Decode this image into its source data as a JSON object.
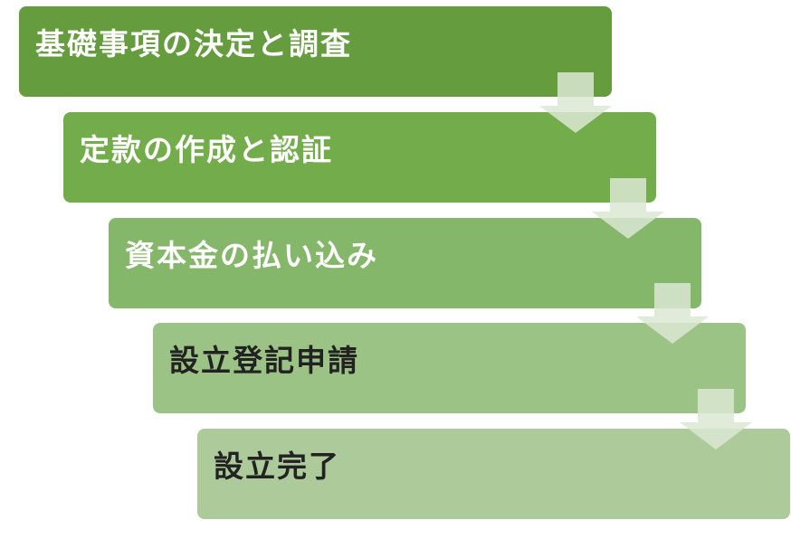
{
  "diagram": {
    "type": "staggered-process-flow",
    "steps": [
      {
        "label": "基礎事項の決定と調査",
        "color": "#659c3e",
        "text_color": "#ffffff"
      },
      {
        "label": "定款の作成と認証",
        "color": "#73ad4b",
        "text_color": "#ffffff"
      },
      {
        "label": "資本金の払い込み",
        "color": "#85b76a",
        "text_color": "#ffffff"
      },
      {
        "label": "設立登記申請",
        "color": "#9cc386",
        "text_color": "#222222"
      },
      {
        "label": "設立完了",
        "color": "#adcb9a",
        "text_color": "#222222"
      }
    ],
    "arrow_color": "#dbe8d2"
  }
}
